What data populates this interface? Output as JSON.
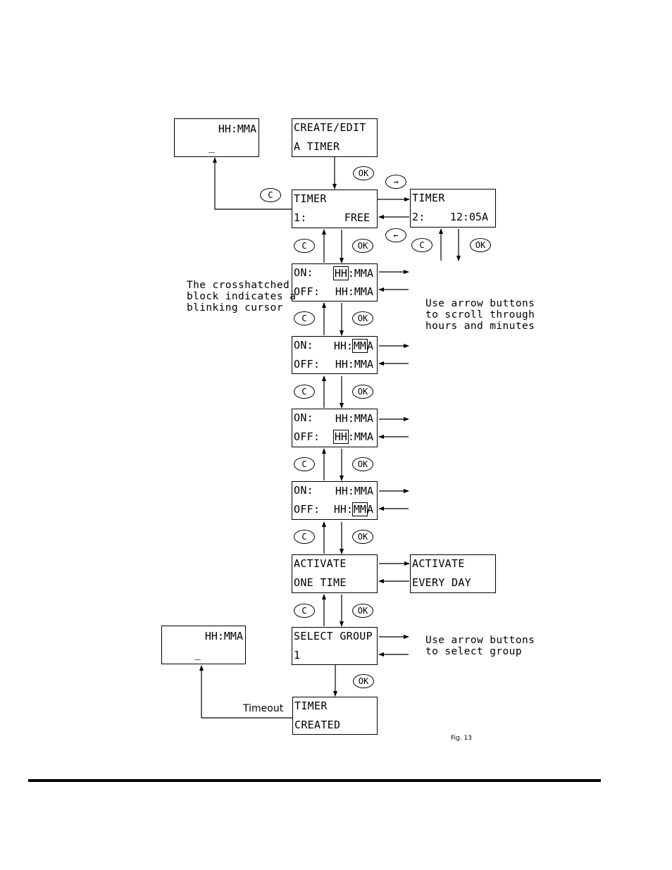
{
  "screens": {
    "time_top": {
      "line1": "HH:MMA",
      "line2": "_"
    },
    "create_edit": {
      "line1": "CREATE/EDIT",
      "line2": "A TIMER"
    },
    "timer1": {
      "line1": "TIMER",
      "line2_num": "1:",
      "line2_val": "FREE"
    },
    "timer2": {
      "line1": "TIMER",
      "line2_num": "2:",
      "line2_val": "12:05A"
    },
    "on_off_1": {
      "on_label": "ON:",
      "on_pre": "",
      "on_cur": "HH",
      "on_post": ":MMA",
      "off_label": "OFF:",
      "off_val": "HH:MMA"
    },
    "on_off_2": {
      "on_label": "ON:",
      "on_pre": "HH:",
      "on_cur": "MM",
      "on_post": "A",
      "off_label": "OFF:",
      "off_val": "HH:MMA"
    },
    "on_off_3": {
      "on_label": "ON:",
      "on_val": "HH:MMA",
      "off_label": "OFF:",
      "off_pre": "",
      "off_cur": "HH",
      "off_post": ":MMA"
    },
    "on_off_4": {
      "on_label": "ON:",
      "on_val": "HH:MMA",
      "off_label": "OFF:",
      "off_pre": "HH:",
      "off_cur": "MM",
      "off_post": "A"
    },
    "activate_one": {
      "line1": "ACTIVATE",
      "line2": "ONE TIME"
    },
    "activate_every": {
      "line1": "ACTIVATE",
      "line2": "EVERY DAY"
    },
    "select_group": {
      "line1": "SELECT GROUP",
      "line2": "1"
    },
    "time_bottom": {
      "line1": "HH:MMA",
      "line2": "_"
    },
    "timer_created": {
      "line1": "TIMER",
      "line2": "CREATED"
    }
  },
  "buttons": {
    "ok": "OK",
    "cancel": "C",
    "right": "→",
    "left": "←"
  },
  "notes": {
    "crosshatch": "The crosshatched\nblock indicates a\nblinking cursor",
    "scroll": "Use arrow buttons\nto scroll through\nhours and minutes",
    "group": "Use arrow buttons\nto select group",
    "timeout": "Timeout"
  },
  "figure_label": "Fig. 13"
}
